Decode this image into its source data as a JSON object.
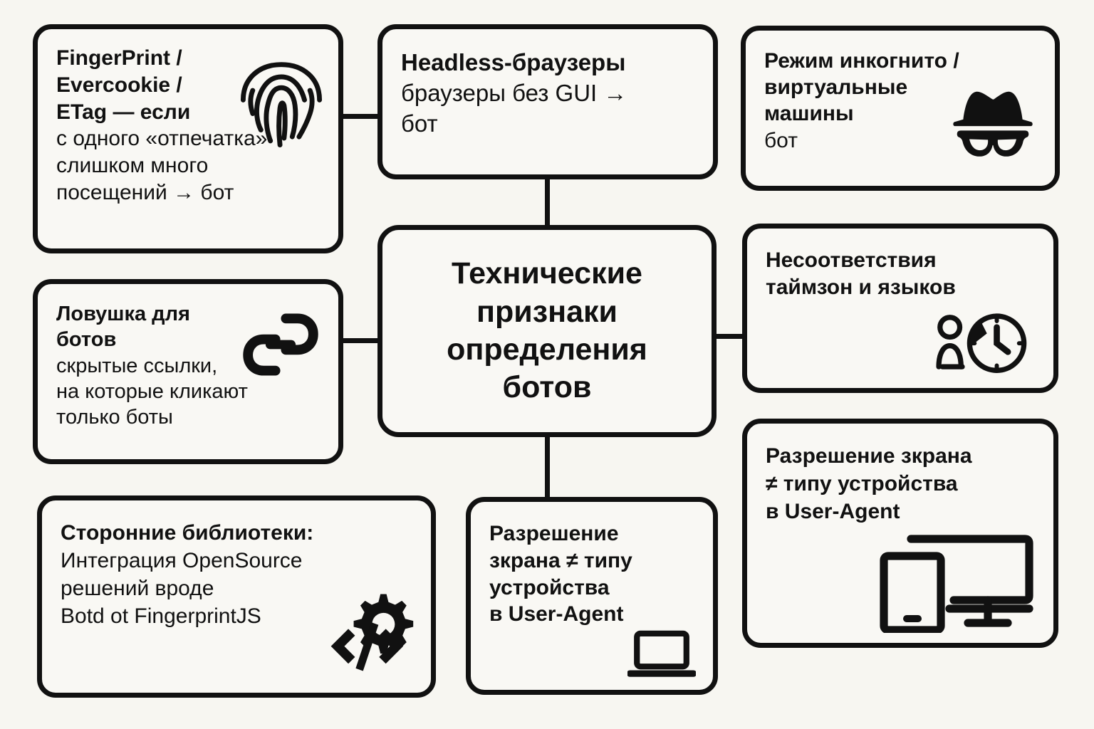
{
  "diagram": {
    "title": "Технические признаки определения ботов",
    "background_color": "#f7f6f1",
    "stroke_color": "#111111",
    "box_fill_color": "#f9f8f4"
  },
  "center": {
    "line1": "Технические",
    "line2": "признаки",
    "line3": "определения",
    "line4": "ботов"
  },
  "fingerprint": {
    "heading_line1": "FingerPrint /",
    "heading_line2": "Evercookie /",
    "heading_line3": "ETag — если",
    "body_line1": "с одного «отпечатка»",
    "body_line2": "слишком много",
    "body_line3": "посещений → бот",
    "icon": "fingerprint-icon"
  },
  "headless": {
    "heading": "Headless-браузеры",
    "body_line1": "браузеры без GUI →",
    "body_line2": "бот"
  },
  "incognito": {
    "heading_line1": "Режим инкогнито /",
    "heading_line2": "виртуальные",
    "heading_line3": "машины",
    "body_line1": "бот",
    "icon": "incognito-icon"
  },
  "timezone": {
    "heading_line1": "Несоответствия",
    "heading_line2": "таймзон и языков",
    "icon": "person-clock-icon"
  },
  "resolution_right": {
    "line1": "Разрешение зкрана",
    "line2": "≠ типу устройства",
    "line3": "в User-Agent",
    "icon": "devices-icon"
  },
  "honeypot": {
    "heading_line1": "Ловушка для",
    "heading_line2": "ботов",
    "body_line1": "скрытые ссылки,",
    "body_line2": "на которые кликают",
    "body_line3": "только боты",
    "icon": "link-icon"
  },
  "libraries": {
    "heading": "Сторонние библиотеки:",
    "body_line1": "Интеграция OpenSource",
    "body_line2": "решений вроде",
    "body_line3": "Botd ot FingerprintJS",
    "icon": "code-gear-icon"
  },
  "resolution_center": {
    "line1": "Разрешение",
    "line2": "зкрана ≠ типу",
    "line3": "устройства",
    "line4": "в User-Agent",
    "icon": "laptop-icon"
  }
}
